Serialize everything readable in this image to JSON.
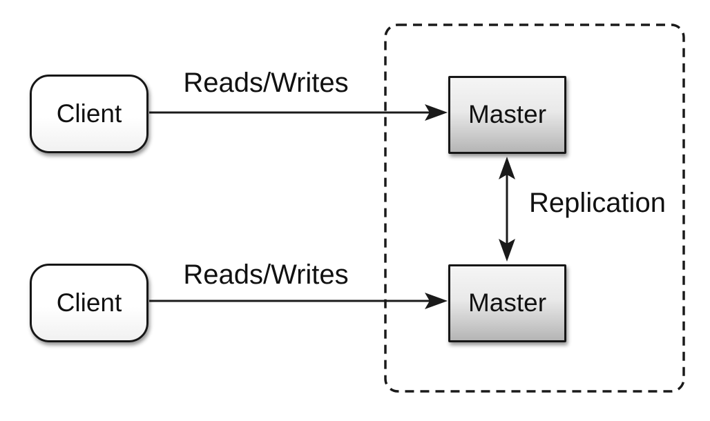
{
  "diagram": {
    "type": "architecture-diagram",
    "colors": {
      "background": "#ffffff",
      "line_color": "#1a1a1a",
      "node_border": "#161616",
      "text_color": "#111111",
      "master_fill_top": "#f5f5f5",
      "master_fill_bottom": "#b5b5b5",
      "client_fill_top": "#ffffff",
      "client_fill_bottom": "#f1f1f1"
    },
    "groups": {
      "replication_group": {
        "style": "dashed-rounded-rectangle",
        "contains": [
          "master_top",
          "master_bottom"
        ]
      }
    },
    "nodes": {
      "client_top": {
        "label": "Client",
        "shape": "rounded-rectangle"
      },
      "client_bottom": {
        "label": "Client",
        "shape": "rounded-rectangle"
      },
      "master_top": {
        "label": "Master",
        "shape": "rectangle"
      },
      "master_bottom": {
        "label": "Master",
        "shape": "rectangle"
      }
    },
    "edges": {
      "client_top_to_master_top": {
        "label": "Reads/Writes",
        "from": "client_top",
        "to": "master_top",
        "direction": "one-way"
      },
      "client_bottom_to_master_bottom": {
        "label": "Reads/Writes",
        "from": "client_bottom",
        "to": "master_bottom",
        "direction": "one-way"
      },
      "master_to_master": {
        "label": "Replication",
        "from": "master_top",
        "to": "master_bottom",
        "direction": "two-way"
      }
    }
  }
}
